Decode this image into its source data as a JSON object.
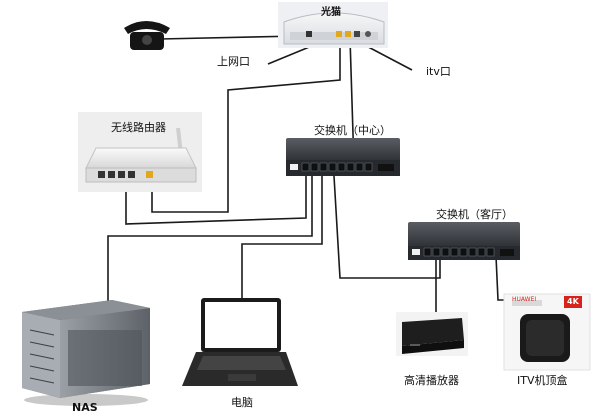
{
  "modem": {
    "brand_text": "光猫"
  },
  "labels": {
    "uplink_port": "上网口",
    "itv_port": "itv口",
    "wireless_router": "无线路由器",
    "switch_center": "交换机（中心）",
    "switch_living": "交换机（客厅）",
    "nas": "NAS",
    "computer": "电脑",
    "hd_player": "高清播放器",
    "itv_box": "ITV机顶盒"
  },
  "itv_box": {
    "brand_text": "HUAWEI",
    "badge_text": "4K"
  },
  "colors": {
    "cable": "#1a1a1a",
    "switch_body": "#3a3d42",
    "switch_front": "#26292d",
    "port_led_green": "#39d353",
    "port_led_yellow": "#f2c21b",
    "badge_red": "#d6231c"
  }
}
